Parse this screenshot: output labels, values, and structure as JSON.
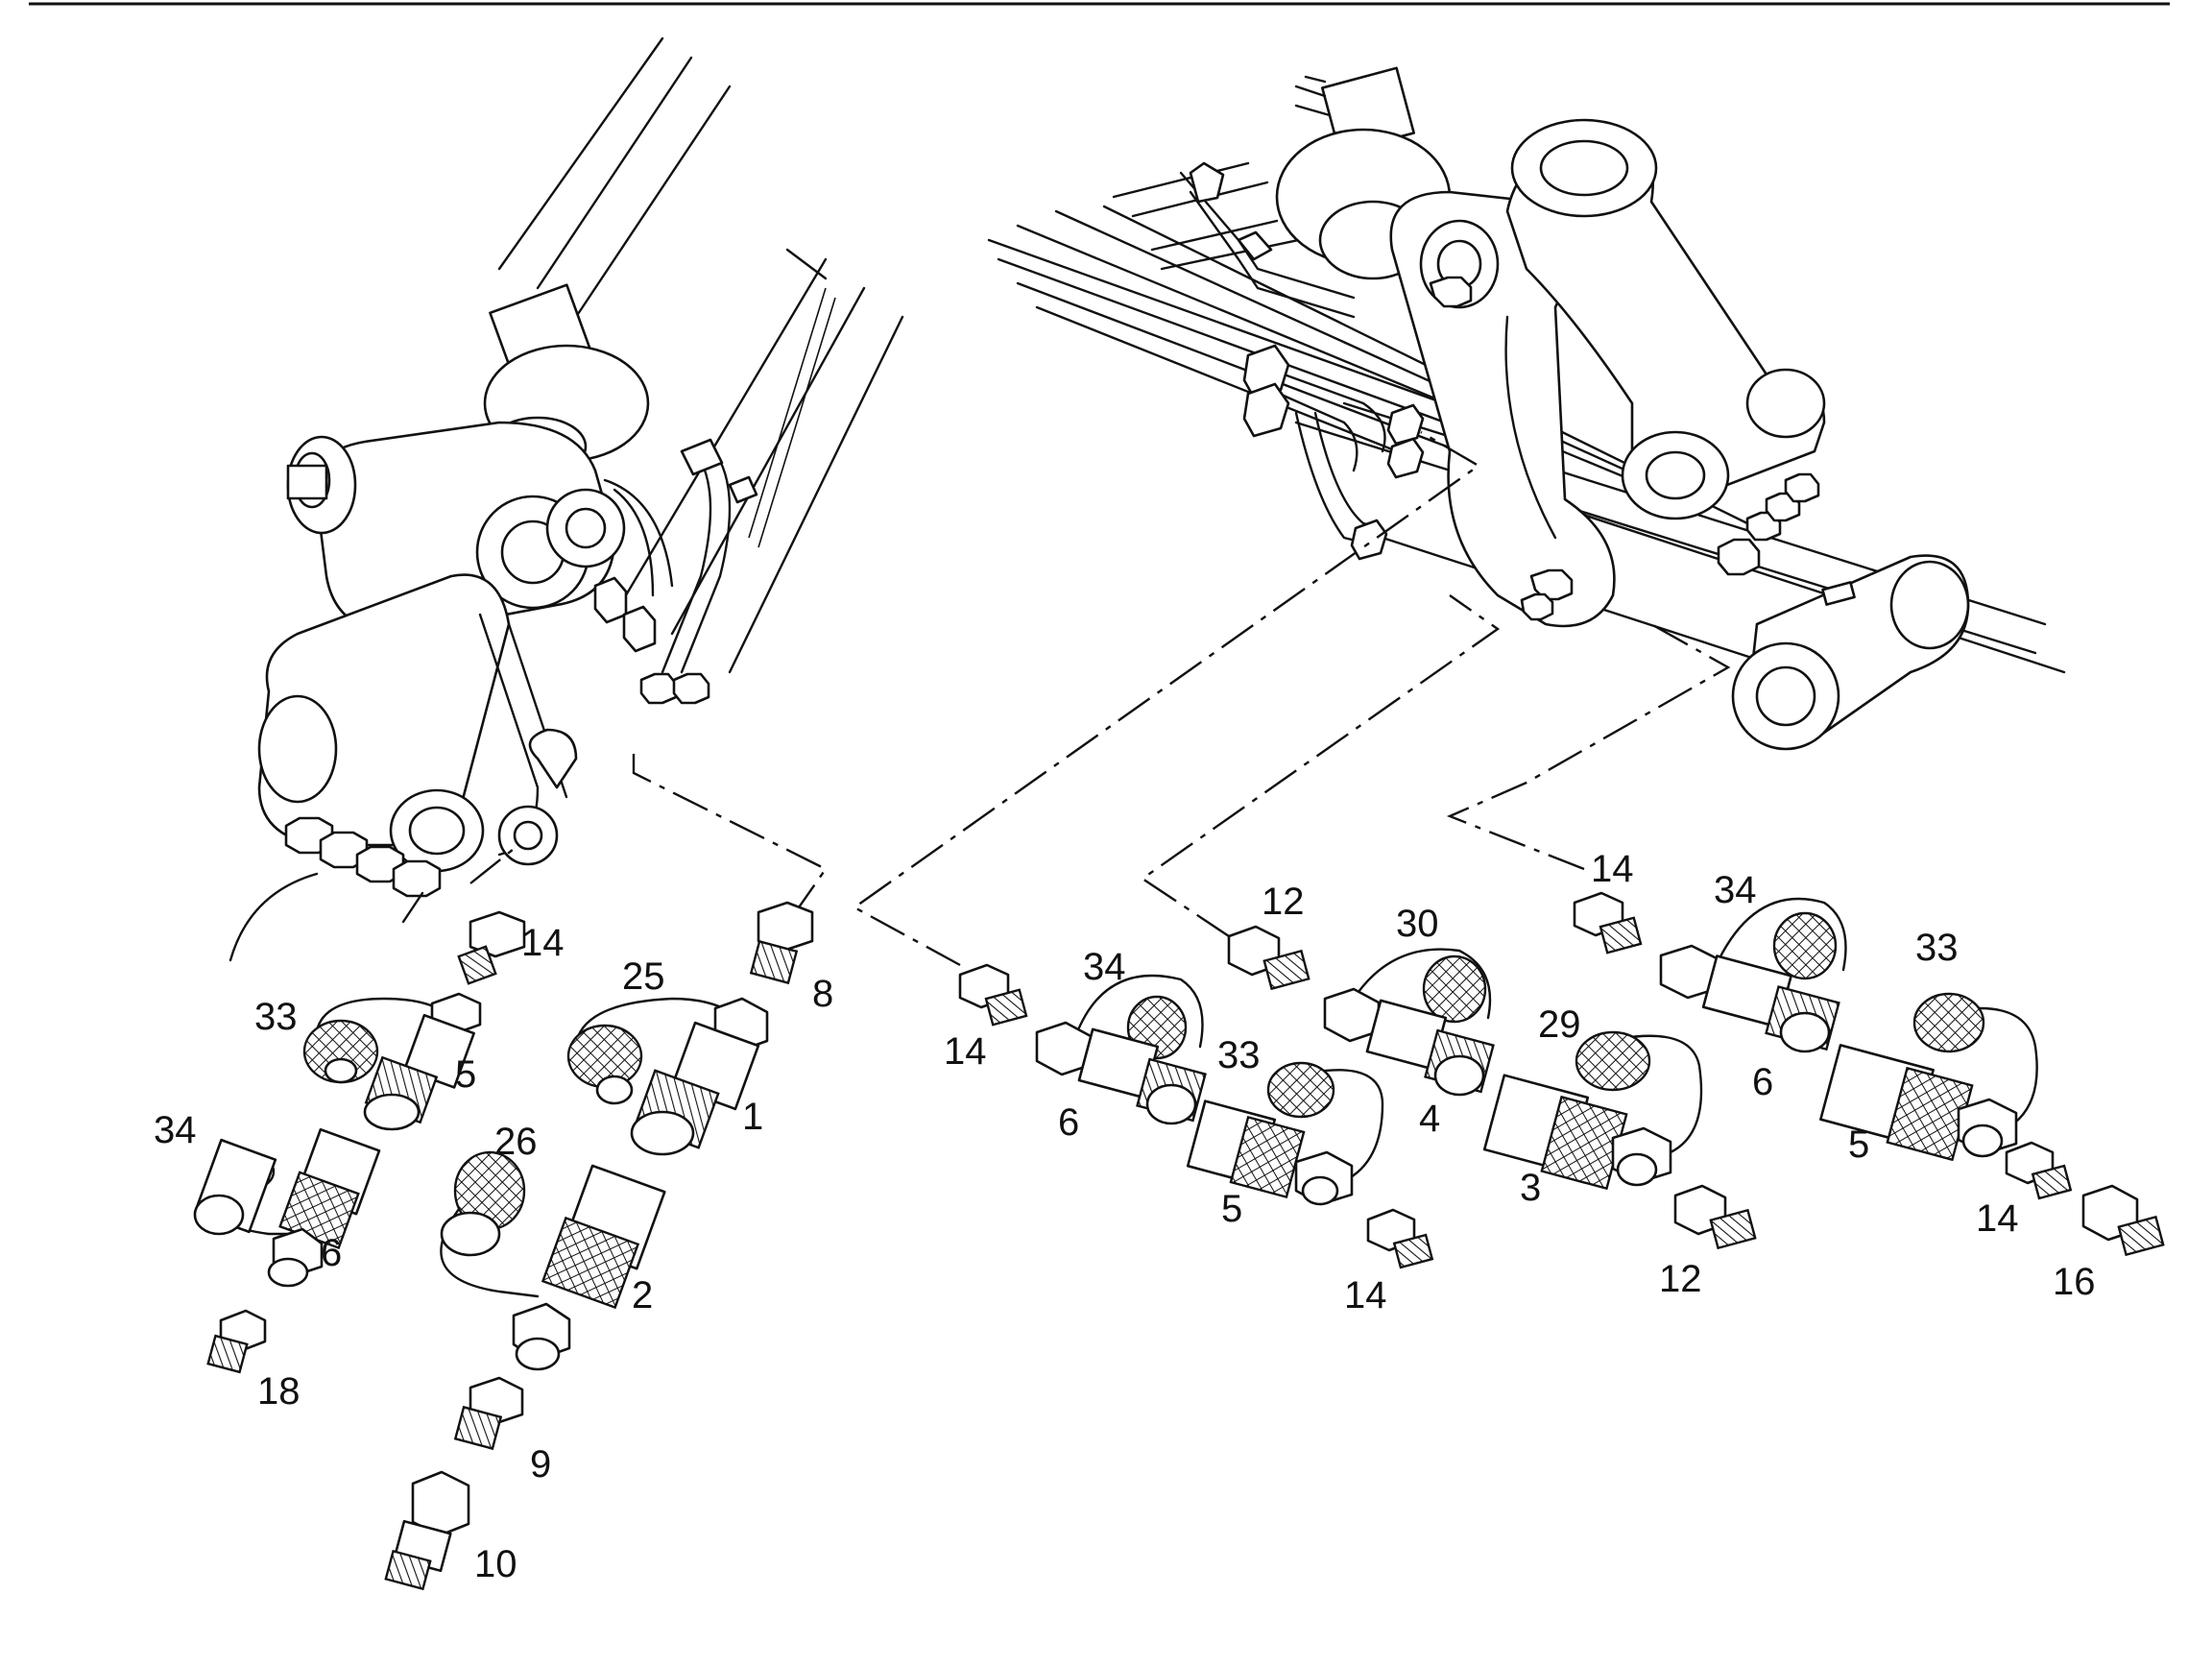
{
  "callouts": [
    {
      "id": "c14a",
      "text": "14"
    },
    {
      "id": "c33a",
      "text": "33"
    },
    {
      "id": "c5a",
      "text": "5"
    },
    {
      "id": "c34a",
      "text": "34"
    },
    {
      "id": "c6a",
      "text": "6"
    },
    {
      "id": "c18",
      "text": "18"
    },
    {
      "id": "c25",
      "text": "25"
    },
    {
      "id": "c1",
      "text": "1"
    },
    {
      "id": "c8",
      "text": "8"
    },
    {
      "id": "c26",
      "text": "26"
    },
    {
      "id": "c2",
      "text": "2"
    },
    {
      "id": "c9",
      "text": "9"
    },
    {
      "id": "c10",
      "text": "10"
    },
    {
      "id": "c14b",
      "text": "14"
    },
    {
      "id": "c34b",
      "text": "34"
    },
    {
      "id": "c6b",
      "text": "6"
    },
    {
      "id": "c33b",
      "text": "33"
    },
    {
      "id": "c5b",
      "text": "5"
    },
    {
      "id": "c14c",
      "text": "14"
    },
    {
      "id": "c12a",
      "text": "12"
    },
    {
      "id": "c30",
      "text": "30"
    },
    {
      "id": "c4",
      "text": "4"
    },
    {
      "id": "c29",
      "text": "29"
    },
    {
      "id": "c3",
      "text": "3"
    },
    {
      "id": "c12b",
      "text": "12"
    },
    {
      "id": "c14d",
      "text": "14"
    },
    {
      "id": "c34c",
      "text": "34"
    },
    {
      "id": "c6c",
      "text": "6"
    },
    {
      "id": "c33c",
      "text": "33"
    },
    {
      "id": "c5c",
      "text": "5"
    },
    {
      "id": "c14e",
      "text": "14"
    },
    {
      "id": "c16",
      "text": "16"
    }
  ]
}
